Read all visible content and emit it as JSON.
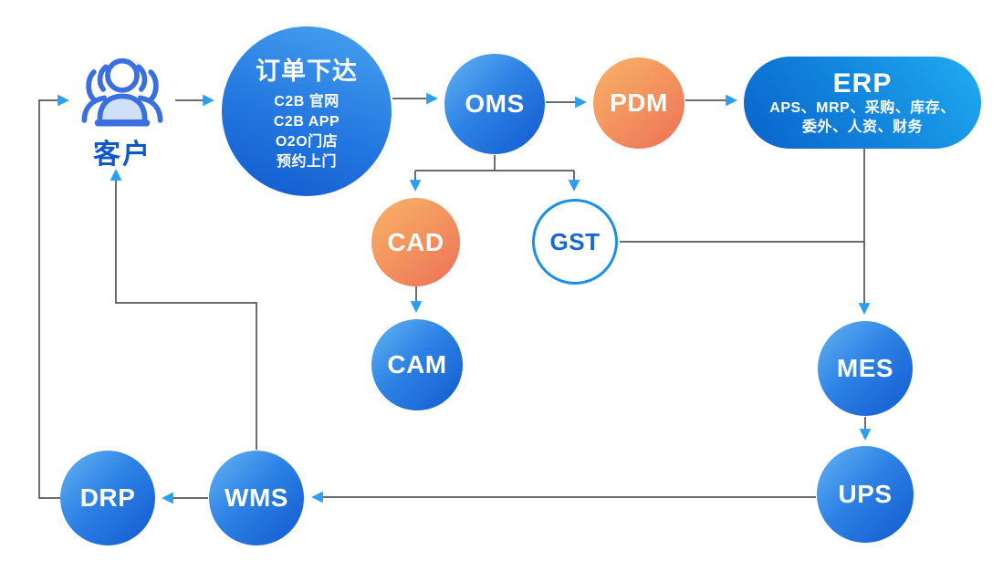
{
  "colors": {
    "node_blue_light": "#64b4f4",
    "node_blue_dark": "#1159d0",
    "erp_blue_light": "#22abf3",
    "erp_blue_dark": "#0a62cb",
    "node_orange_light": "#f9b366",
    "node_orange_dark": "#ee6e58",
    "gst_border": "#1b8fe8",
    "gst_text": "#1468d8",
    "customer_label_text": "#0d57c8",
    "connector_line": "#555555",
    "arrowhead": "#2b9ff0"
  },
  "diagram": {
    "customer": {
      "label": "客户"
    },
    "order": {
      "title": "订单下达",
      "channels": [
        "C2B 官网",
        "C2B APP",
        "O2O门店",
        "预约上门"
      ]
    },
    "nodes": {
      "oms": "OMS",
      "pdm": "PDM",
      "cad": "CAD",
      "gst": "GST",
      "cam": "CAM",
      "mes": "MES",
      "ups": "UPS",
      "wms": "WMS",
      "drp": "DRP"
    },
    "erp": {
      "title": "ERP",
      "subtitle_line1": "APS、MRP、采购、库存、",
      "subtitle_line2": "委外、人资、财务"
    }
  }
}
